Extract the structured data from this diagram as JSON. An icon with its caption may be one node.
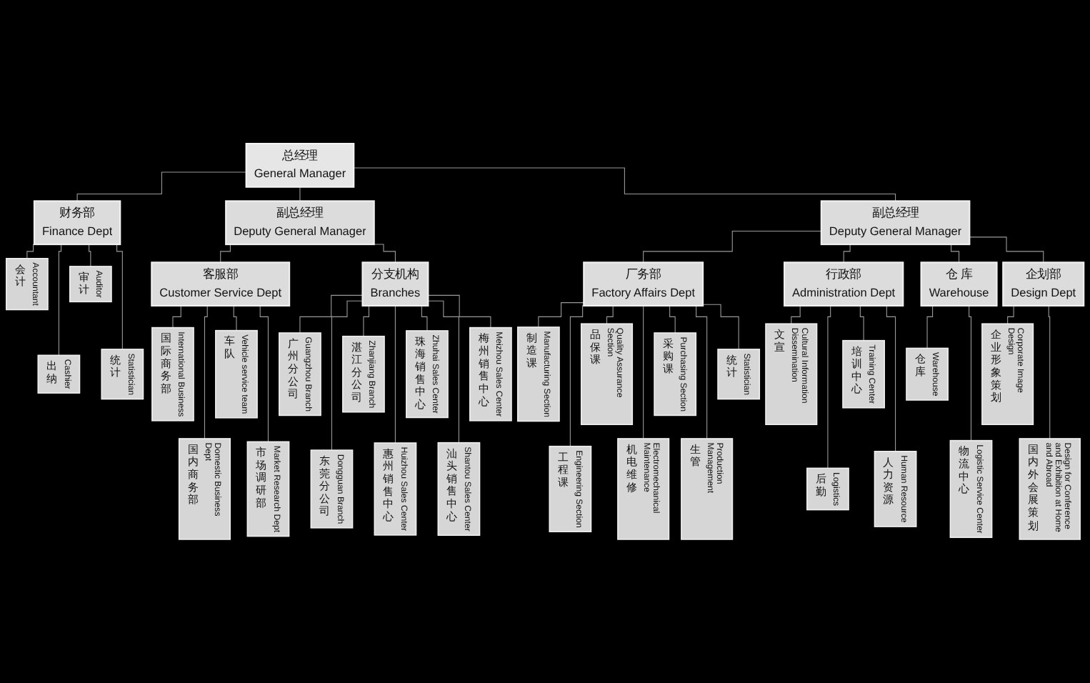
{
  "diagram": {
    "nodes": [
      {
        "text": [
          "总经理",
          "General Manager"
        ]
      },
      {
        "text": [
          "副总经理",
          "Deputy General Manager"
        ]
      },
      {
        "text": [
          "副总经理",
          "Deputy General Manager"
        ]
      },
      {
        "text": [
          "财务部",
          "Finance Dept"
        ]
      },
      {
        "text": [
          "客服部",
          "Customer Service Dept"
        ]
      },
      {
        "text": [
          "分支机构",
          "Branches"
        ]
      },
      {
        "text": [
          "厂务部",
          "Factory Affairs Dept"
        ]
      },
      {
        "text": [
          "行政部",
          "Administration Dept"
        ]
      },
      {
        "text": [
          "仓 库",
          "Warehouse"
        ]
      },
      {
        "text": [
          "企划部",
          "Design Dept"
        ]
      },
      {
        "text": [
          "会计",
          "Accountant"
        ]
      },
      {
        "text": [
          "出纳",
          "Cashier"
        ]
      },
      {
        "text": [
          "审计",
          "Auditor"
        ]
      },
      {
        "text": [
          "统计",
          "Statistician"
        ]
      },
      {
        "text": [
          "国际商务部",
          "International Business"
        ]
      },
      {
        "text": [
          "国内商务部",
          "Domestic Business Dept"
        ]
      },
      {
        "text": [
          "车队",
          "Vehicle service team"
        ]
      },
      {
        "text": [
          "市场调研部",
          "Market Research Dept"
        ]
      },
      {
        "text": [
          "制造课",
          "Manufacturing Section"
        ]
      },
      {
        "text": [
          "工程课",
          "Engineering Section"
        ]
      },
      {
        "text": [
          "品保课",
          "Quality Assurance Section"
        ]
      },
      {
        "text": [
          "机电维修",
          "Electromechanical Maintenance"
        ]
      },
      {
        "text": [
          "采购课",
          "Purchasing Section"
        ]
      },
      {
        "text": [
          "生管",
          "Production Management"
        ]
      },
      {
        "text": [
          "统计",
          "Statistician"
        ]
      },
      {
        "text": [
          "文宣",
          "Cultural Information Dissemination"
        ]
      },
      {
        "text": [
          "后勤",
          "Logistics"
        ]
      },
      {
        "text": [
          "培训中心",
          "Training Center"
        ]
      },
      {
        "text": [
          "人力资源",
          "Human Resource"
        ]
      },
      {
        "text": [
          "仓库",
          "Warehouse"
        ]
      },
      {
        "text": [
          "物流中心",
          "Logistic Service Center"
        ]
      },
      {
        "text": [
          "企业形象策划",
          "Corporate Image Design"
        ]
      },
      {
        "text": [
          "国内外会展策划",
          "Design for Conference and Exhibition at Home and Abroad"
        ]
      },
      {
        "text": [
          "广州分公司",
          "Guangzhou Branch"
        ]
      },
      {
        "text": [
          "东莞分公司",
          "Dongguan Branch"
        ]
      },
      {
        "text": [
          "湛江分公司",
          "Zhanjiang Branch"
        ]
      },
      {
        "text": [
          "惠州销售中心",
          "Huizhou Sales Center"
        ]
      },
      {
        "text": [
          "珠海销售中心",
          "Zhuhai Sales Center"
        ]
      },
      {
        "text": [
          "汕头销售中心",
          "Shantou Sales Center"
        ]
      },
      {
        "text": [
          "梅州销售中心",
          "Meizhou Sales Center"
        ]
      }
    ],
    "edges": [
      {
        "from": 0,
        "to": 3,
        "arrow": "none"
      },
      {
        "from": 0,
        "to": 1,
        "arrow": "none"
      },
      {
        "from": 0,
        "to": 2,
        "arrow": "none"
      },
      {
        "from": 1,
        "to": 4,
        "arrow": "none"
      },
      {
        "from": 1,
        "to": 5,
        "arrow": "none"
      },
      {
        "from": 2,
        "to": 6,
        "arrow": "none"
      },
      {
        "from": 2,
        "to": 7,
        "arrow": "none"
      },
      {
        "from": 2,
        "to": 8,
        "arrow": "none"
      },
      {
        "from": 2,
        "to": 9,
        "arrow": "none"
      },
      {
        "from": 3,
        "to": 10,
        "arrow": "none"
      },
      {
        "from": 3,
        "to": 11,
        "arrow": "none"
      },
      {
        "from": 3,
        "to": 12,
        "arrow": "none"
      },
      {
        "from": 3,
        "to": 13,
        "arrow": "none"
      },
      {
        "from": 4,
        "to": 14,
        "arrow": "none"
      },
      {
        "from": 4,
        "to": 15,
        "arrow": "none"
      },
      {
        "from": 4,
        "to": 16,
        "arrow": "none"
      },
      {
        "from": 4,
        "to": 17,
        "arrow": "none"
      },
      {
        "from": 5,
        "to": 33,
        "arrow": "none"
      },
      {
        "from": 5,
        "to": 34,
        "arrow": "none"
      },
      {
        "from": 5,
        "to": 35,
        "arrow": "none"
      },
      {
        "from": 5,
        "to": 36,
        "arrow": "none"
      },
      {
        "from": 5,
        "to": 37,
        "arrow": "none"
      },
      {
        "from": 5,
        "to": 38,
        "arrow": "none"
      },
      {
        "from": 5,
        "to": 39,
        "arrow": "none"
      },
      {
        "from": 6,
        "to": 18,
        "arrow": "none"
      },
      {
        "from": 6,
        "to": 19,
        "arrow": "none"
      },
      {
        "from": 6,
        "to": 20,
        "arrow": "none"
      },
      {
        "from": 6,
        "to": 21,
        "arrow": "none"
      },
      {
        "from": 6,
        "to": 22,
        "arrow": "none"
      },
      {
        "from": 6,
        "to": 23,
        "arrow": "none"
      },
      {
        "from": 6,
        "to": 24,
        "arrow": "none"
      },
      {
        "from": 7,
        "to": 25,
        "arrow": "none"
      },
      {
        "from": 7,
        "to": 26,
        "arrow": "none"
      },
      {
        "from": 7,
        "to": 27,
        "arrow": "none"
      },
      {
        "from": 7,
        "to": 28,
        "arrow": "none"
      },
      {
        "from": 8,
        "to": 29,
        "arrow": "none"
      },
      {
        "from": 8,
        "to": 30,
        "arrow": "none"
      },
      {
        "from": 9,
        "to": 31,
        "arrow": "none"
      },
      {
        "from": 9,
        "to": 32,
        "arrow": "none"
      }
    ]
  }
}
